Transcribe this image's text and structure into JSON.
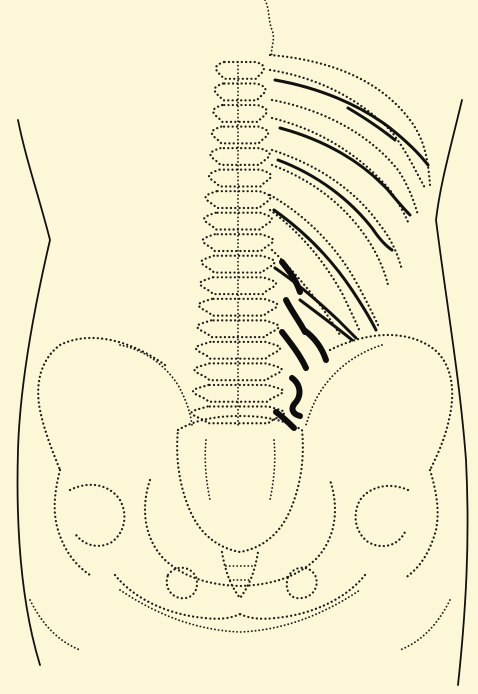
{
  "figure": {
    "background": "#fbf7d7",
    "ink": "#111111",
    "elements": [
      "body-outline",
      "vertebral-column",
      "ribs",
      "intercostal-nerves",
      "pelvis",
      "sacrum",
      "lumbar-plexus-lesion"
    ]
  }
}
